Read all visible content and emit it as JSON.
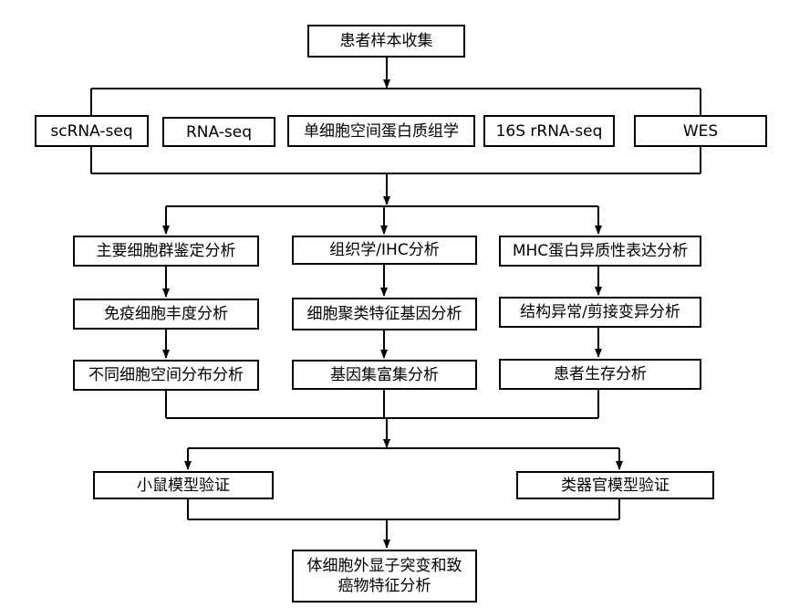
{
  "diagram": {
    "title": "",
    "nodes": {
      "collect": "患者样本收集",
      "scrna": "scRNA-seq",
      "rna": "RNA-seq",
      "spatial": "单细胞空间蛋白质组学",
      "rrna16s": "16S rRNA-seq",
      "wes": "WES",
      "main_cells": "主要细胞群鉴定分析",
      "immune": "免疫细胞丰度分析",
      "spatial_dist": "不同细胞空间分布分析",
      "histo": "组织学/IHC分析",
      "cluster_genes": "细胞聚类特征基因分析",
      "gsea": "基因集富集分析",
      "mhc": "MHC蛋白异质性表达分析",
      "splicing": "结构异常/剪接变异分析",
      "survival": "患者生存分析",
      "mouse": "小鼠模型验证",
      "organoid": "类器官模型验证",
      "final_line1": "体细胞外显子突变和致",
      "final_line2": "癌物特征分析"
    },
    "colors": {
      "line": "#000000",
      "box_border": "#000000",
      "box_fill": "#ffffff"
    }
  }
}
